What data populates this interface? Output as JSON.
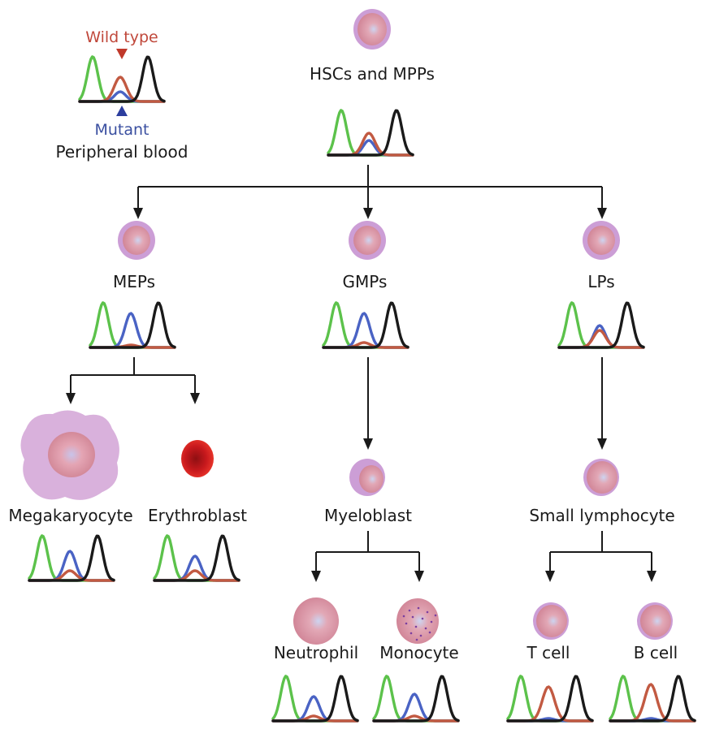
{
  "legend": {
    "wild_type_label": "Wild type",
    "mutant_label": "Mutant",
    "source_label": "Peripheral blood"
  },
  "colors": {
    "green_trace": "#5cc24b",
    "blue_trace": "#4a63c4",
    "red_trace": "#c25a42",
    "black_trace": "#1a1a1a",
    "baseline": "#c25a42",
    "cell_fill": "#e4a7b4",
    "cell_membrane": "#cc9ed6",
    "wild_type_marker": "#c0392b",
    "mutant_marker": "#2c3e9e",
    "erythroblast": "#c0181c",
    "monocyte_dots": "#7b3fa0"
  },
  "nodes": {
    "hsc": {
      "label": "HSCs and MPPs",
      "icon": "stem-cell-icon"
    },
    "mep": {
      "label": "MEPs",
      "icon": "progenitor-cell-icon"
    },
    "gmp": {
      "label": "GMPs",
      "icon": "progenitor-cell-icon"
    },
    "lp": {
      "label": "LPs",
      "icon": "progenitor-cell-icon"
    },
    "megakaryocyte": {
      "label": "Megakaryocyte",
      "icon": "megakaryocyte-icon"
    },
    "erythroblast": {
      "label": "Erythroblast",
      "icon": "erythroblast-icon"
    },
    "myeloblast": {
      "label": "Myeloblast",
      "icon": "myeloblast-icon"
    },
    "small_lymphocyte": {
      "label": "Small lymphocyte",
      "icon": "lymphocyte-icon"
    },
    "neutrophil": {
      "label": "Neutrophil",
      "icon": "neutrophil-icon"
    },
    "monocyte": {
      "label": "Monocyte",
      "icon": "monocyte-icon"
    },
    "t_cell": {
      "label": "T cell",
      "icon": "t-cell-icon"
    },
    "b_cell": {
      "label": "B cell",
      "icon": "b-cell-icon"
    }
  },
  "chromatograms": {
    "peripheral_blood": {
      "wild_type": 0.5,
      "mutant": 0.2
    },
    "hsc": {
      "wild_type": 0.45,
      "mutant": 0.3
    },
    "mep": {
      "wild_type": 0.05,
      "mutant": 0.7
    },
    "gmp": {
      "wild_type": 0.1,
      "mutant": 0.7
    },
    "lp": {
      "wild_type": 0.35,
      "mutant": 0.45
    },
    "megakaryocyte": {
      "wild_type": 0.2,
      "mutant": 0.6
    },
    "erythroblast": {
      "wild_type": 0.2,
      "mutant": 0.5
    },
    "neutrophil": {
      "wild_type": 0.1,
      "mutant": 0.5
    },
    "monocyte": {
      "wild_type": 0.1,
      "mutant": 0.55
    },
    "t_cell": {
      "wild_type": 0.7,
      "mutant": 0.05
    },
    "b_cell": {
      "wild_type": 0.75,
      "mutant": 0.05
    }
  }
}
